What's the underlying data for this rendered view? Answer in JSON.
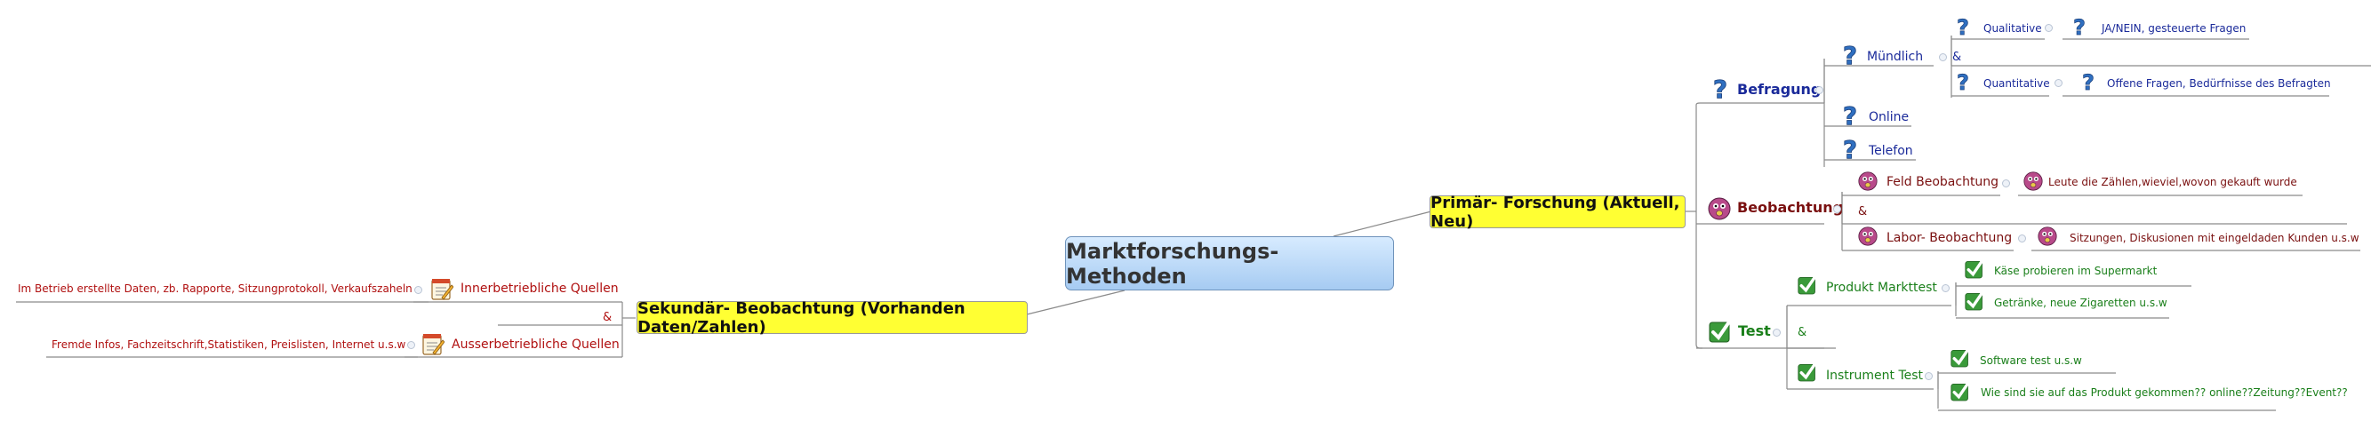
{
  "central": "Marktforschungs-Methoden",
  "primary": {
    "label": "Primär- Forschung (Aktuell, Neu)",
    "befragung": {
      "label": "Befragung",
      "muendlich": "Mündlich",
      "qualitative": "Qualitative",
      "ja_nein": "JA/NEIN, gesteuerte Fragen",
      "amp": "&",
      "quantitative": "Quantitative",
      "offene": "Offene Fragen, Bedürfnisse des Befragten",
      "online": "Online",
      "telefon": "Telefon"
    },
    "beobachtung": {
      "label": "Beobachtung",
      "feld": "Feld Beobachtung",
      "feld_detail": "Leute die Zählen,wieviel,wovon gekauft wurde",
      "amp": "&",
      "labor": "Labor- Beobachtung",
      "labor_detail": "Sitzungen, Diskusionen mit eingeldaden Kunden u.s.w"
    },
    "test": {
      "label": "Test",
      "produkt": "Produkt Markttest",
      "kaese": "Käse probieren im Supermarkt",
      "getraenke": "Getränke, neue Zigaretten u.s.w",
      "amp": "&",
      "instrument": "Instrument Test",
      "software": "Software test u.s.w",
      "wie": "Wie sind sie auf das Produkt gekommen?? online??Zeitung??Event??"
    }
  },
  "secondary": {
    "label": "Sekundär- Beobachtung (Vorhanden Daten/Zahlen)",
    "inner": "Innerbetriebliche Quellen",
    "inner_detail": "Im Betrieb erstellte Daten, zb. Rapporte, Sitzungprotokoll, Verkaufszaheln",
    "amp": "&",
    "ausser": "Ausserbetriebliche Quellen",
    "ausser_detail": "Fremde Infos, Fachzeitschrift,Statistiken, Preislisten, Internet u.s.w"
  },
  "colors": {
    "blue_text": "#1a2a9a",
    "red_text": "#b01010",
    "green_text": "#1a7f1a",
    "topic_yellow": "#ffff33",
    "central_blue": "#a6cbf2"
  },
  "icons": [
    "question-icon",
    "surprised-face-icon",
    "checkmark-icon",
    "notepad-icon"
  ]
}
